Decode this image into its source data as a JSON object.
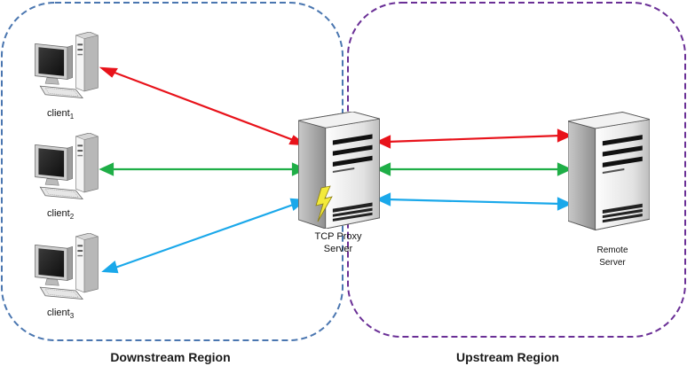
{
  "regions": {
    "downstream": {
      "label": "Downstream Region",
      "border_color": "#4a76b0"
    },
    "upstream": {
      "label": "Upstream Region",
      "border_color": "#6a2f96"
    }
  },
  "clients": [
    {
      "name": "client",
      "sub": "1"
    },
    {
      "name": "client",
      "sub": "2"
    },
    {
      "name": "client",
      "sub": "3"
    }
  ],
  "proxy": {
    "line1": "TCP Proxy",
    "line2": "Server"
  },
  "remote": {
    "line1": "Remote",
    "line2": "Server"
  },
  "connection_colors": {
    "client1": "#e8121a",
    "client2": "#1fae47",
    "client3": "#1aa8ea"
  }
}
